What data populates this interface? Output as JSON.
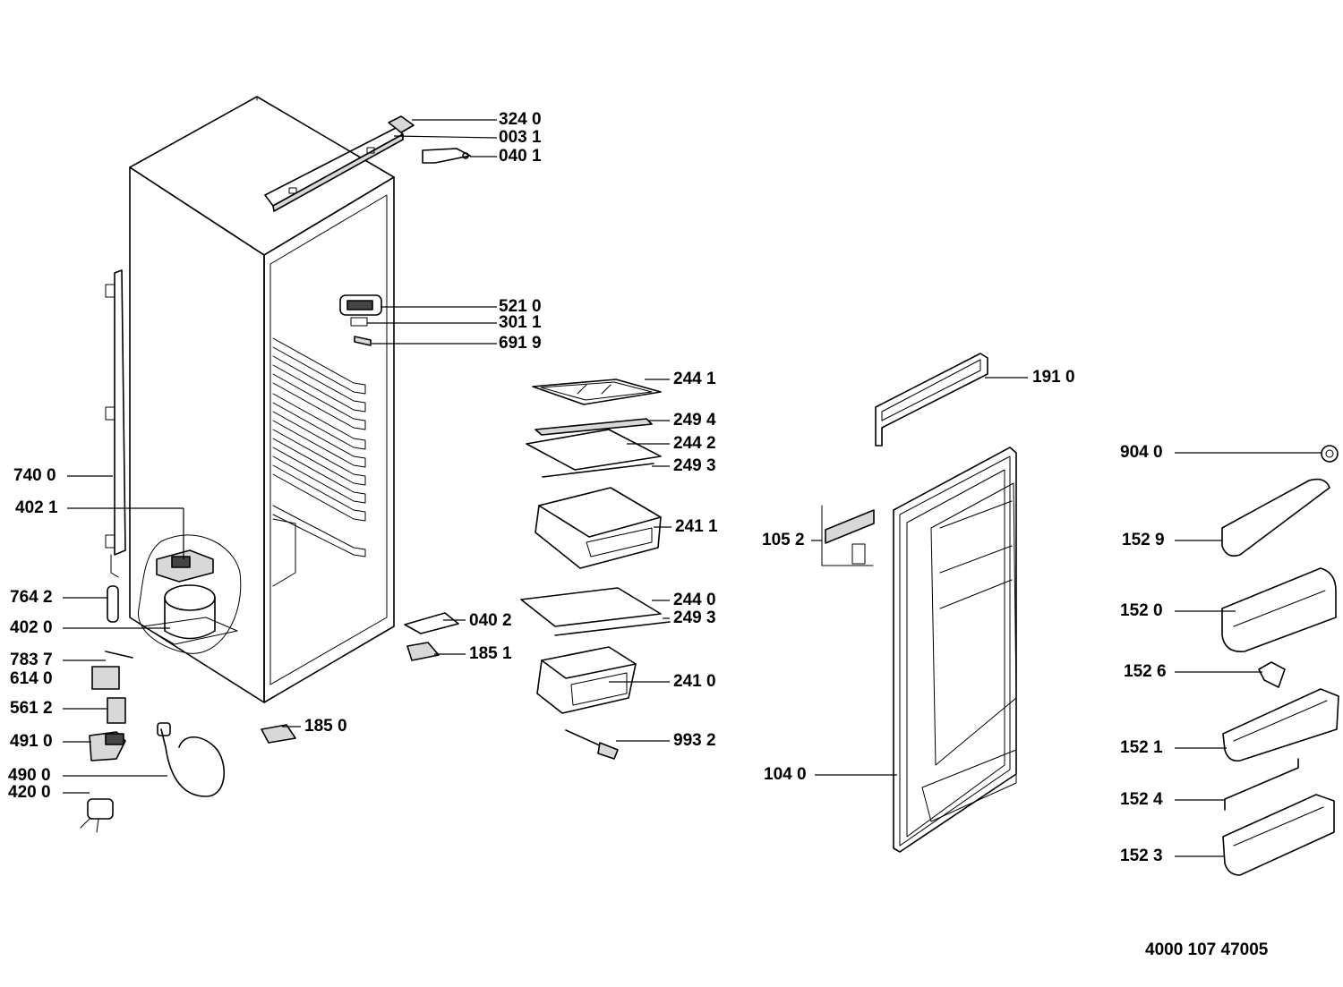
{
  "diagram": {
    "document_number": "4000 107 47005",
    "part_labels": {
      "p324_0": "324 0",
      "p003_1": "003 1",
      "p040_1": "040 1",
      "p521_0": "521 0",
      "p301_1": "301 1",
      "p691_9": "691 9",
      "p244_1": "244 1",
      "p249_4": "249 4",
      "p244_2": "244 2",
      "p249_3_a": "249 3",
      "p241_1": "241 1",
      "p244_0": "244 0",
      "p249_3_b": "249 3",
      "p040_2": "040 2",
      "p185_1": "185 1",
      "p241_0": "241 0",
      "p993_2": "993 2",
      "p185_0": "185 0",
      "p740_0": "740 0",
      "p402_1": "402 1",
      "p764_2": "764 2",
      "p402_0": "402 0",
      "p783_7": "783 7",
      "p614_0": "614 0",
      "p561_2": "561 2",
      "p491_0": "491 0",
      "p490_0": "490 0",
      "p420_0": "420 0",
      "p191_0": "191 0",
      "p105_2": "105 2",
      "p104_0": "104 0",
      "p904_0": "904 0",
      "p152_9": "152 9",
      "p152_0": "152 0",
      "p152_6": "152 6",
      "p152_1": "152 1",
      "p152_4": "152 4",
      "p152_3": "152 3"
    }
  }
}
